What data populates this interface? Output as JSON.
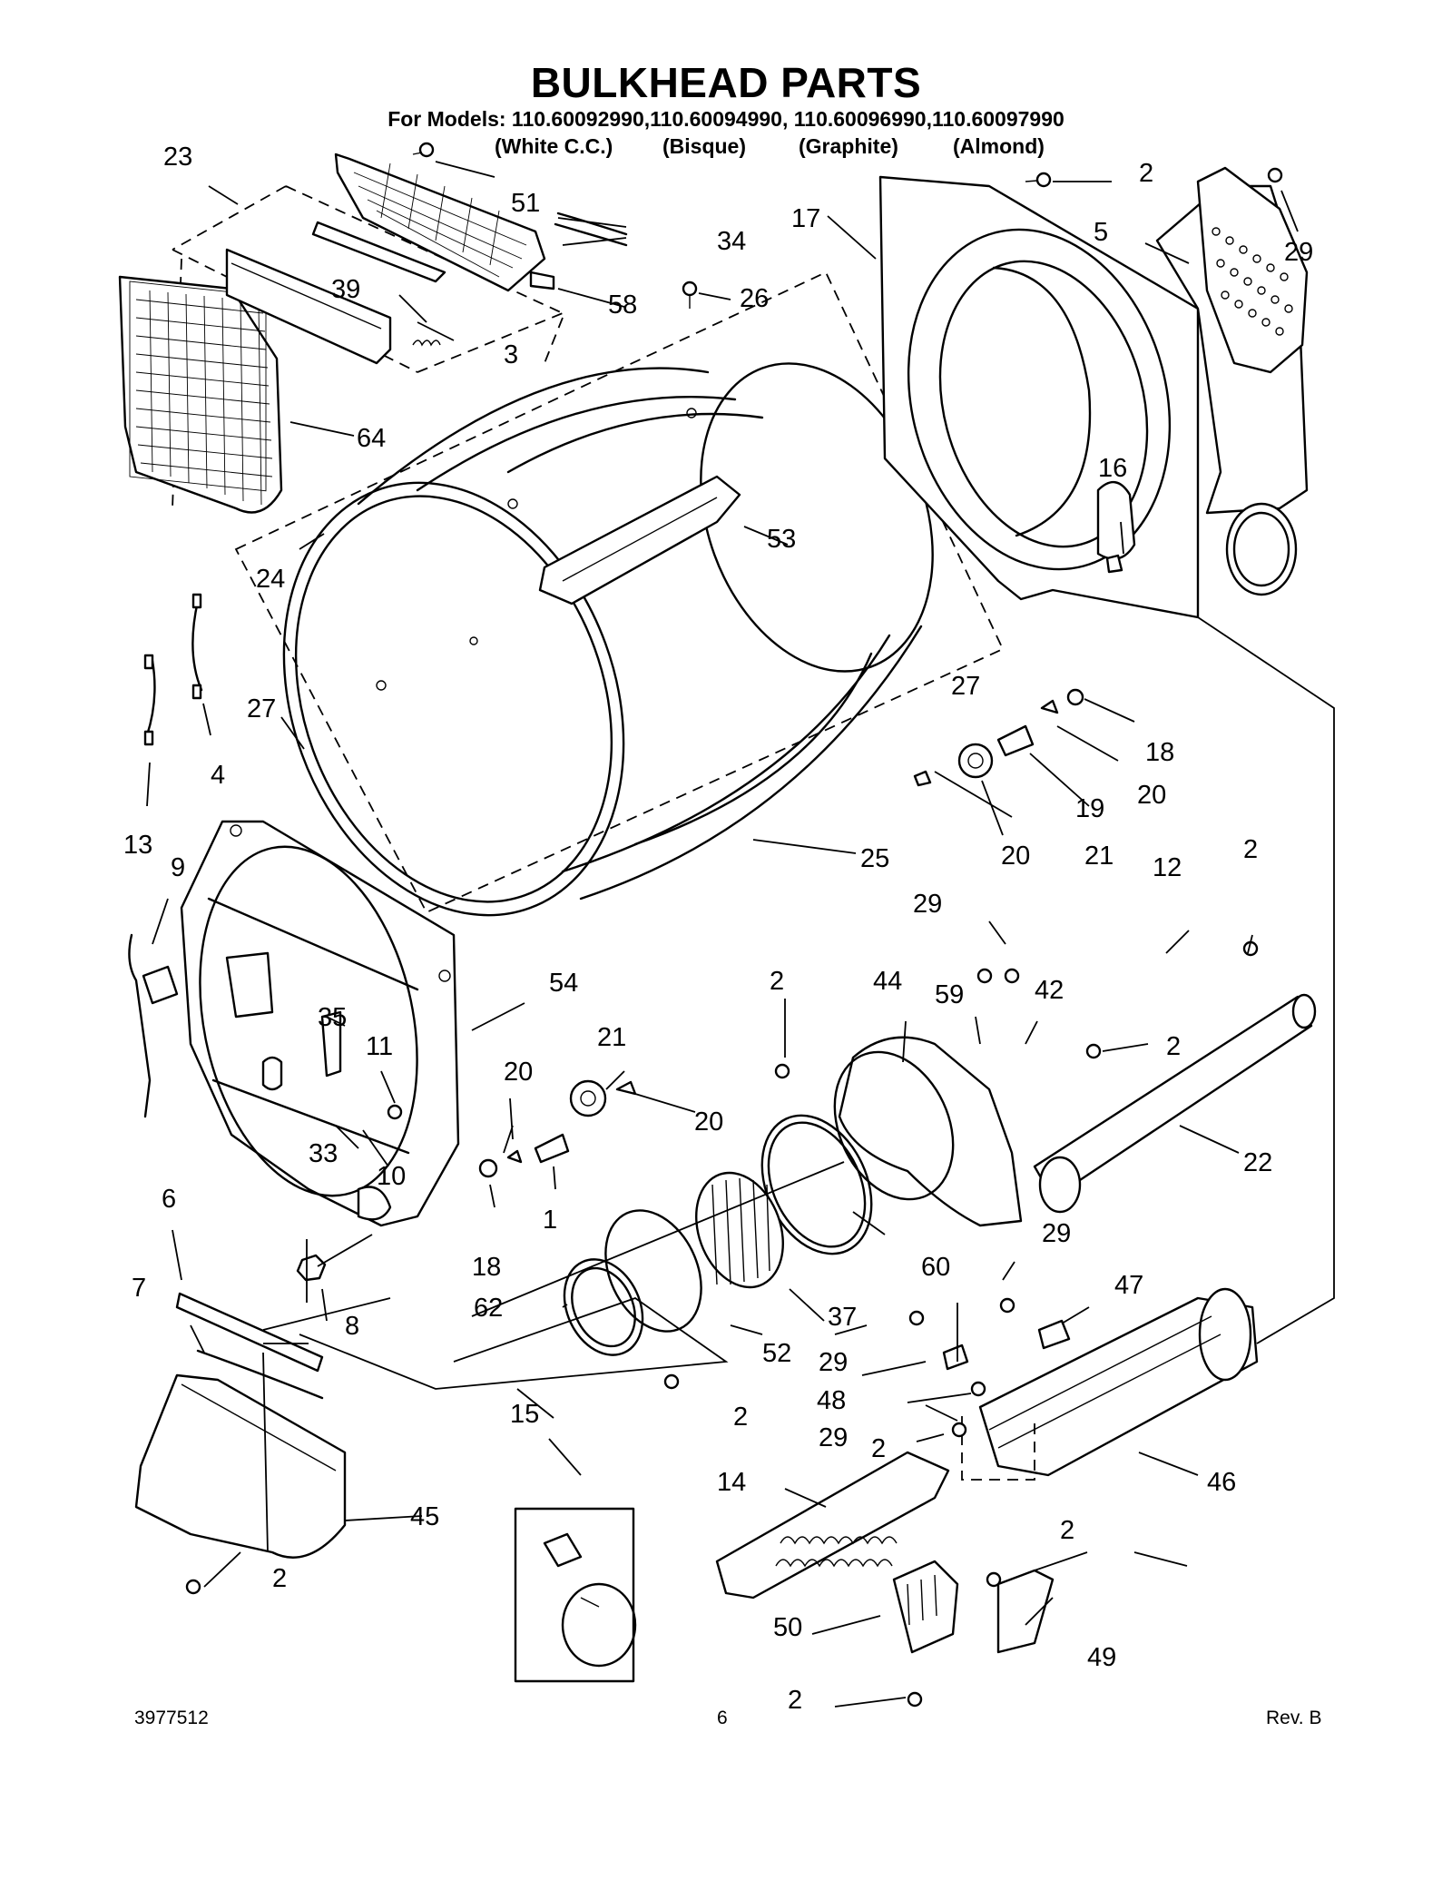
{
  "title": "BULKHEAD PARTS",
  "models_line": "For Models: 110.60092990,110.60094990, 110.60096990,110.60097990",
  "finishes": [
    "(White C.C.)",
    "(Bisque)",
    "(Graphite)",
    "(Almond)"
  ],
  "footer": {
    "doc_number": "3977512",
    "page_number": "6",
    "revision": "Rev. B"
  },
  "part_callouts": [
    "23",
    "51",
    "34",
    "17",
    "2",
    "5",
    "29",
    "39",
    "58",
    "26",
    "3",
    "64",
    "16",
    "53",
    "24",
    "27",
    "27",
    "18",
    "4",
    "20",
    "19",
    "13",
    "25",
    "20",
    "21",
    "9",
    "2",
    "12",
    "29",
    "54",
    "2",
    "44",
    "59",
    "42",
    "35",
    "11",
    "21",
    "2",
    "20",
    "20",
    "22",
    "33",
    "10",
    "18",
    "1",
    "6",
    "60",
    "29",
    "7",
    "62",
    "37",
    "47",
    "8",
    "52",
    "29",
    "48",
    "29",
    "15",
    "2",
    "2",
    "14",
    "46",
    "45",
    "2",
    "2",
    "50",
    "49",
    "2"
  ]
}
